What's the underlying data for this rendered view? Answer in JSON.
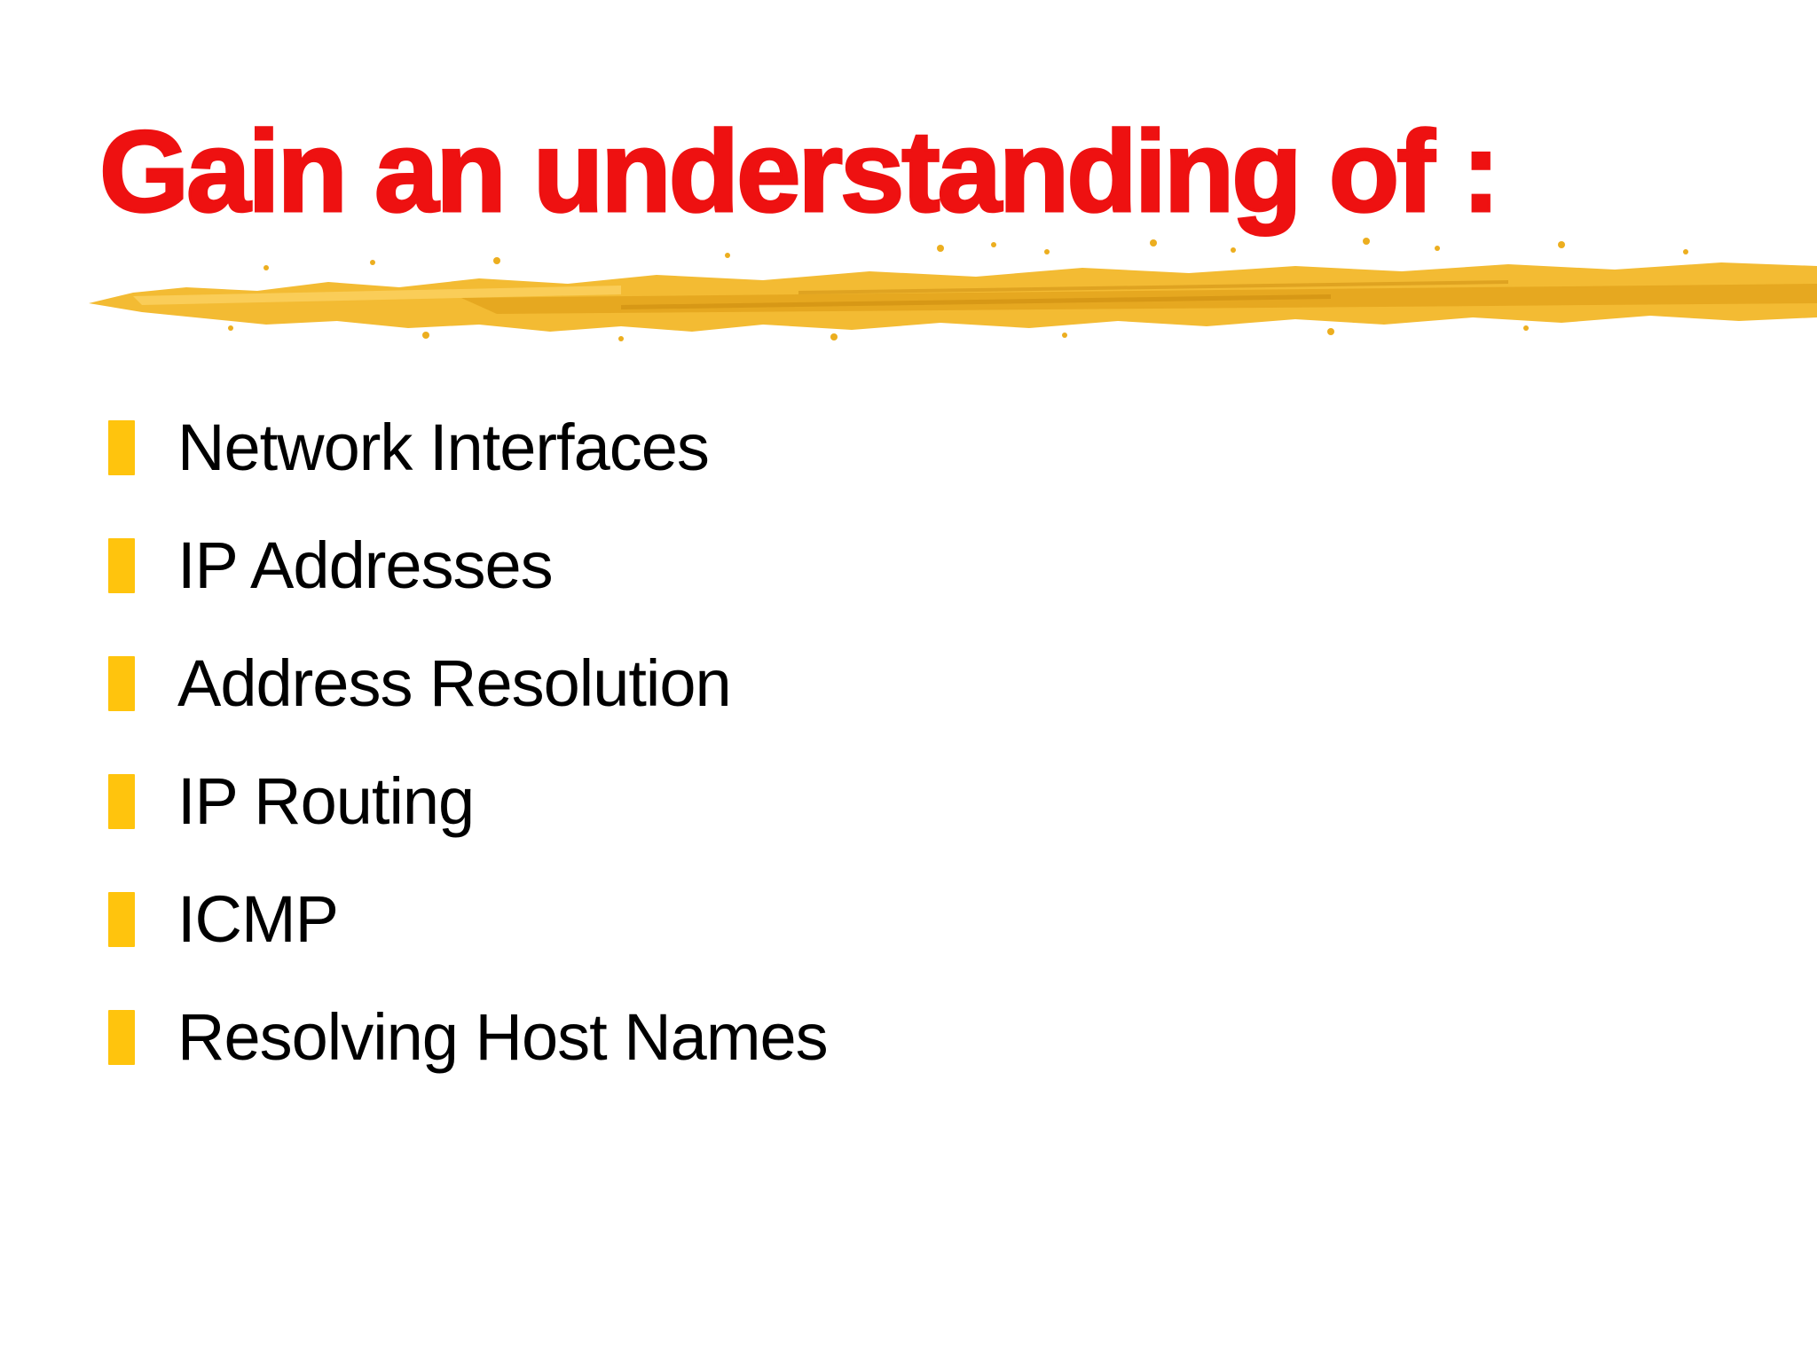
{
  "slide": {
    "title": "Gain an understanding of :",
    "items": [
      {
        "label": "Network Interfaces"
      },
      {
        "label": "IP Addresses"
      },
      {
        "label": "Address Resolution"
      },
      {
        "label": "IP Routing"
      },
      {
        "label": "ICMP"
      },
      {
        "label": "Resolving Host Names"
      }
    ],
    "colors": {
      "title_red": "#ee1111",
      "bullet_gold": "#ffc40d",
      "brush_gold": "#f3bb33",
      "text_black": "#000000",
      "background": "#ffffff"
    }
  }
}
